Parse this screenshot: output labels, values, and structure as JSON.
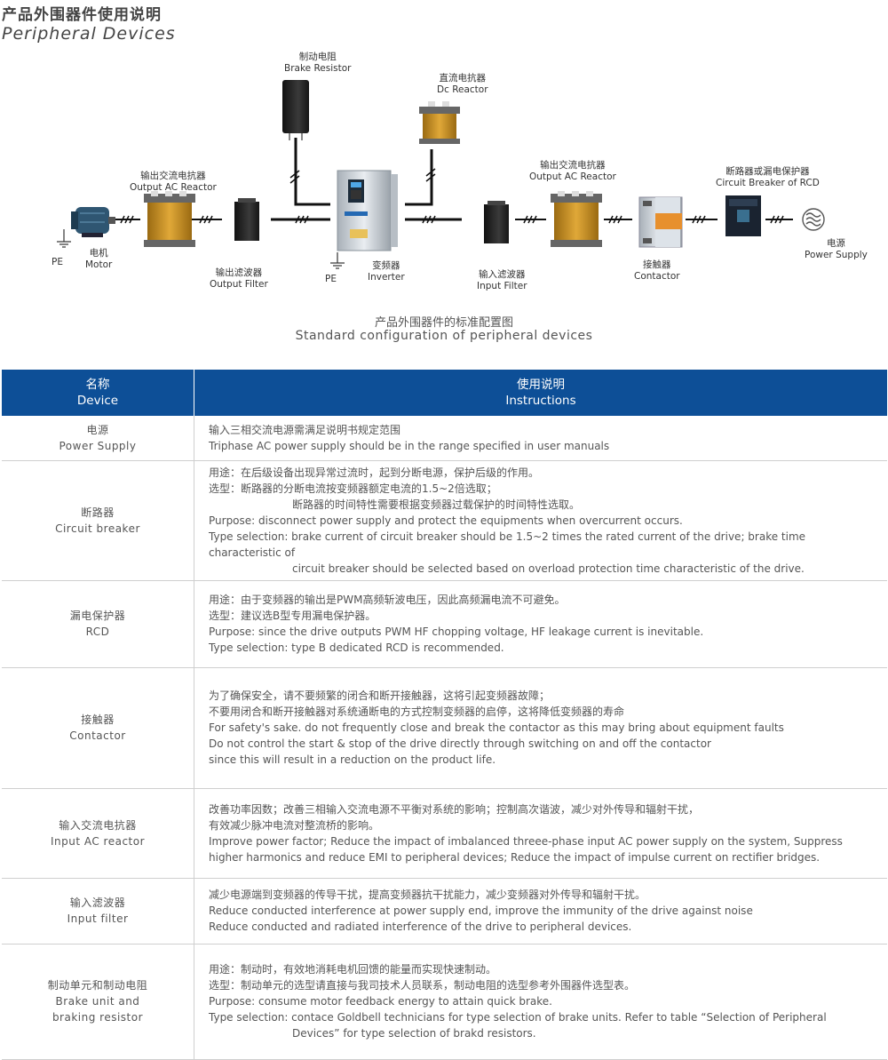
{
  "page": {
    "title_cn": "产品外围器件使用说明",
    "title_en": "Peripheral Devices"
  },
  "diagram": {
    "components": {
      "brake_resistor": {
        "cn": "制动电阻",
        "en": "Brake Resistor"
      },
      "dc_reactor": {
        "cn": "直流电抗器",
        "en": "Dc Reactor"
      },
      "output_ac_reactor_left": {
        "cn": "输出交流电抗器",
        "en": "Output AC Reactor"
      },
      "output_ac_reactor_right": {
        "cn": "输出交流电抗器",
        "en": "Output AC Reactor"
      },
      "circuit_breaker_rcd": {
        "cn": "断路器或漏电保护器",
        "en": "Circuit Breaker of RCD"
      },
      "motor": {
        "cn": "电机",
        "en": "Motor"
      },
      "output_filter": {
        "cn": "输出滤波器",
        "en": "Output Filter"
      },
      "inverter": {
        "cn": "变频器",
        "en": "Inverter"
      },
      "input_filter": {
        "cn": "输入滤波器",
        "en": "Input Filter"
      },
      "contactor": {
        "cn": "接触器",
        "en": "Contactor"
      },
      "power_supply": {
        "cn": "电源",
        "en": "Power Supply"
      },
      "pe_motor": "PE",
      "pe_inverter": "PE"
    },
    "caption_cn": "产品外围器件的标准配置图",
    "caption_en": "Standard configuration of peripheral devices"
  },
  "table": {
    "headers": {
      "device_cn": "名称",
      "device_en": "Device",
      "instr_cn": "使用说明",
      "instr_en": "Instructions"
    },
    "rows": [
      {
        "name_cn": "电源",
        "name_en": "Power Supply",
        "lines": [
          {
            "text": "输入三相交流电源需满足说明书规定范围",
            "indent": false
          },
          {
            "text": "Triphase AC power supply should be in the range specified in user manuals",
            "indent": false
          }
        ]
      },
      {
        "name_cn": "断路器",
        "name_en": "Circuit breaker",
        "lines": [
          {
            "text": "用途：在后级设备出现异常过流时，起到分断电源，保护后级的作用。",
            "indent": false
          },
          {
            "text": "选型：断路器的分断电流按变频器额定电流的1.5~2倍选取；",
            "indent": false
          },
          {
            "text": "断路器的时间特性需要根据变频器过载保护的时间特性选取。",
            "indent": true
          },
          {
            "text": "Purpose: disconnect power supply and protect the equipments when overcurrent occurs.",
            "indent": false
          },
          {
            "text": "Type selection: brake current of circuit breaker should be 1.5~2 times the rated current of the drive; brake time characteristic of",
            "indent": false
          },
          {
            "text": "circuit breaker should be selected based on overload protection time characteristic of the drive.",
            "indent": true
          }
        ]
      },
      {
        "name_cn": "漏电保护器",
        "name_en": "RCD",
        "lines": [
          {
            "text": "用途：由于变频器的输出是PWM高频斩波电压，因此高频漏电流不可避免。",
            "indent": false
          },
          {
            "text": "选型：建议选B型专用漏电保护器。",
            "indent": false
          },
          {
            "text": "Purpose: since the drive outputs PWM HF chopping voltage, HF leakage current is inevitable.",
            "indent": false
          },
          {
            "text": "Type selection: type B dedicated RCD is recommended.",
            "indent": false
          }
        ]
      },
      {
        "name_cn": "接触器",
        "name_en": "Contactor",
        "lines": [
          {
            "text": "为了确保安全，请不要频繁的闭合和断开接触器，这将引起变频器故障；",
            "indent": false
          },
          {
            "text": "不要用闭合和断开接触器对系统通断电的方式控制变频器的启停，这将降低变频器的寿命",
            "indent": false
          },
          {
            "text": "For safety's sake. do not frequently close and break the contactor as this may bring about equipment faults",
            "indent": false
          },
          {
            "text": "Do not control the start & stop of the drive directly through switching on and off the contactor",
            "indent": false
          },
          {
            "text": "since this will result in a reduction on the product life.",
            "indent": false
          }
        ]
      },
      {
        "name_cn": "输入交流电抗器",
        "name_en": "Input AC reactor",
        "lines": [
          {
            "text": "改善功率因数；改善三相输入交流电源不平衡对系统的影响；控制高次谐波，减少对外传导和辐射干扰，",
            "indent": false
          },
          {
            "text": "有效减少脉冲电流对整流桥的影响。",
            "indent": false
          },
          {
            "text": "Improve power factor; Reduce the impact of imbalanced threee-phase input AC power supply on the system, Suppress",
            "indent": false
          },
          {
            "text": "higher harmonics and reduce EMI to peripheral devices; Reduce the impact of impulse current on rectifier bridges.",
            "indent": false
          }
        ]
      },
      {
        "name_cn": "输入滤波器",
        "name_en": "Input filter",
        "lines": [
          {
            "text": "减少电源端到变频器的传导干扰，提高变频器抗干扰能力，减少变频器对外传导和辐射干扰。",
            "indent": false
          },
          {
            "text": "Reduce conducted interference at power supply end, improve the immunity of the drive against noise",
            "indent": false
          },
          {
            "text": "Reduce conducted and radiated interference of the drive to peripheral devices.",
            "indent": false
          }
        ]
      },
      {
        "name_cn": "制动单元和制动电阻",
        "name_en": "Brake unit and braking resistor",
        "lines": [
          {
            "text": "用途：制动时，有效地消耗电机回馈的能量而实现快速制动。",
            "indent": false
          },
          {
            "text": "选型：制动单元的选型请直接与我司技术人员联系，制动电阻的选型参考外围器件选型表。",
            "indent": false
          },
          {
            "text": "Purpose: consume motor feedback energy to attain quick brake.",
            "indent": false
          },
          {
            "text": "Type selection: contace Goldbell technicians for type selection of brake units. Refer to table “Selection of Peripheral",
            "indent": false
          },
          {
            "text": "Devices” for type selection of brakd resistors.",
            "indent": true
          }
        ]
      }
    ]
  }
}
